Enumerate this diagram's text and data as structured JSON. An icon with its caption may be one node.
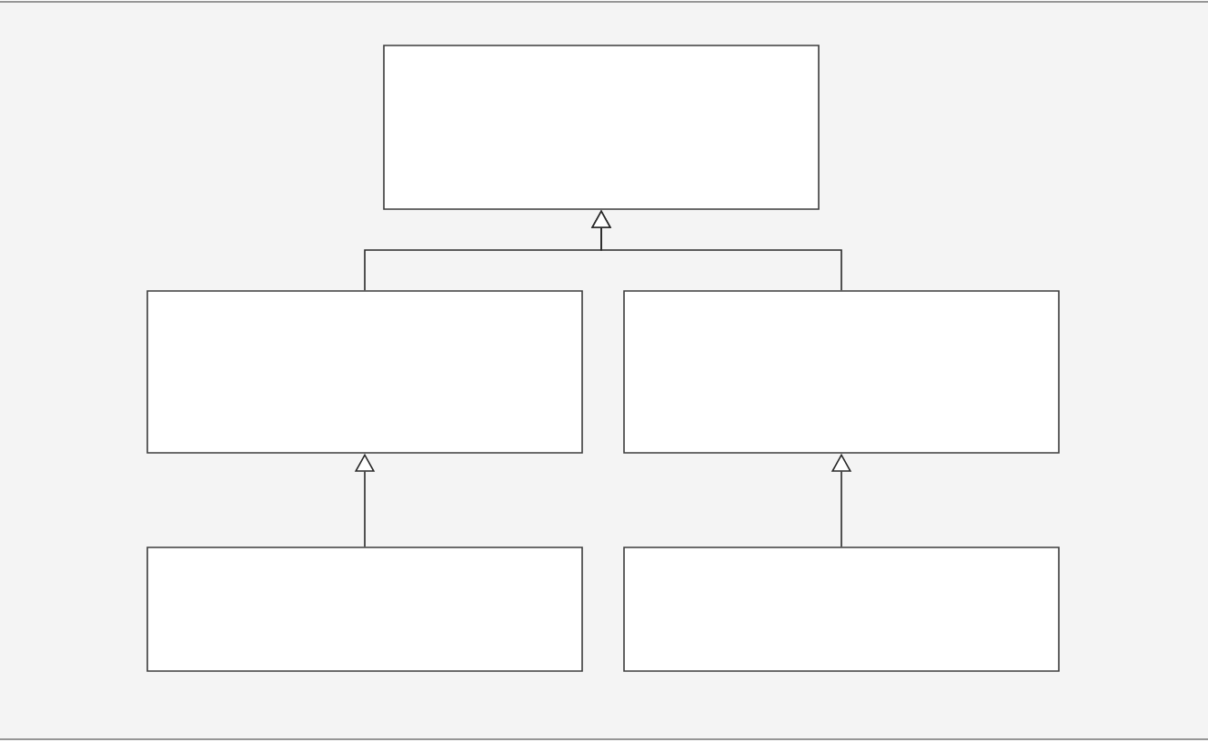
{
  "diagram": {
    "nodes": [
      {
        "text": [],
        "shape": "box"
      },
      {
        "text": [],
        "shape": "box"
      },
      {
        "text": [],
        "shape": "box"
      },
      {
        "text": [],
        "shape": "box"
      },
      {
        "text": [],
        "shape": "box"
      }
    ],
    "edges": [
      {
        "from": 1,
        "to": 0,
        "arrow": "to"
      },
      {
        "from": 2,
        "to": 0,
        "arrow": "to"
      },
      {
        "from": 3,
        "to": 1,
        "arrow": "to"
      },
      {
        "from": 4,
        "to": 2,
        "arrow": "to"
      }
    ]
  }
}
